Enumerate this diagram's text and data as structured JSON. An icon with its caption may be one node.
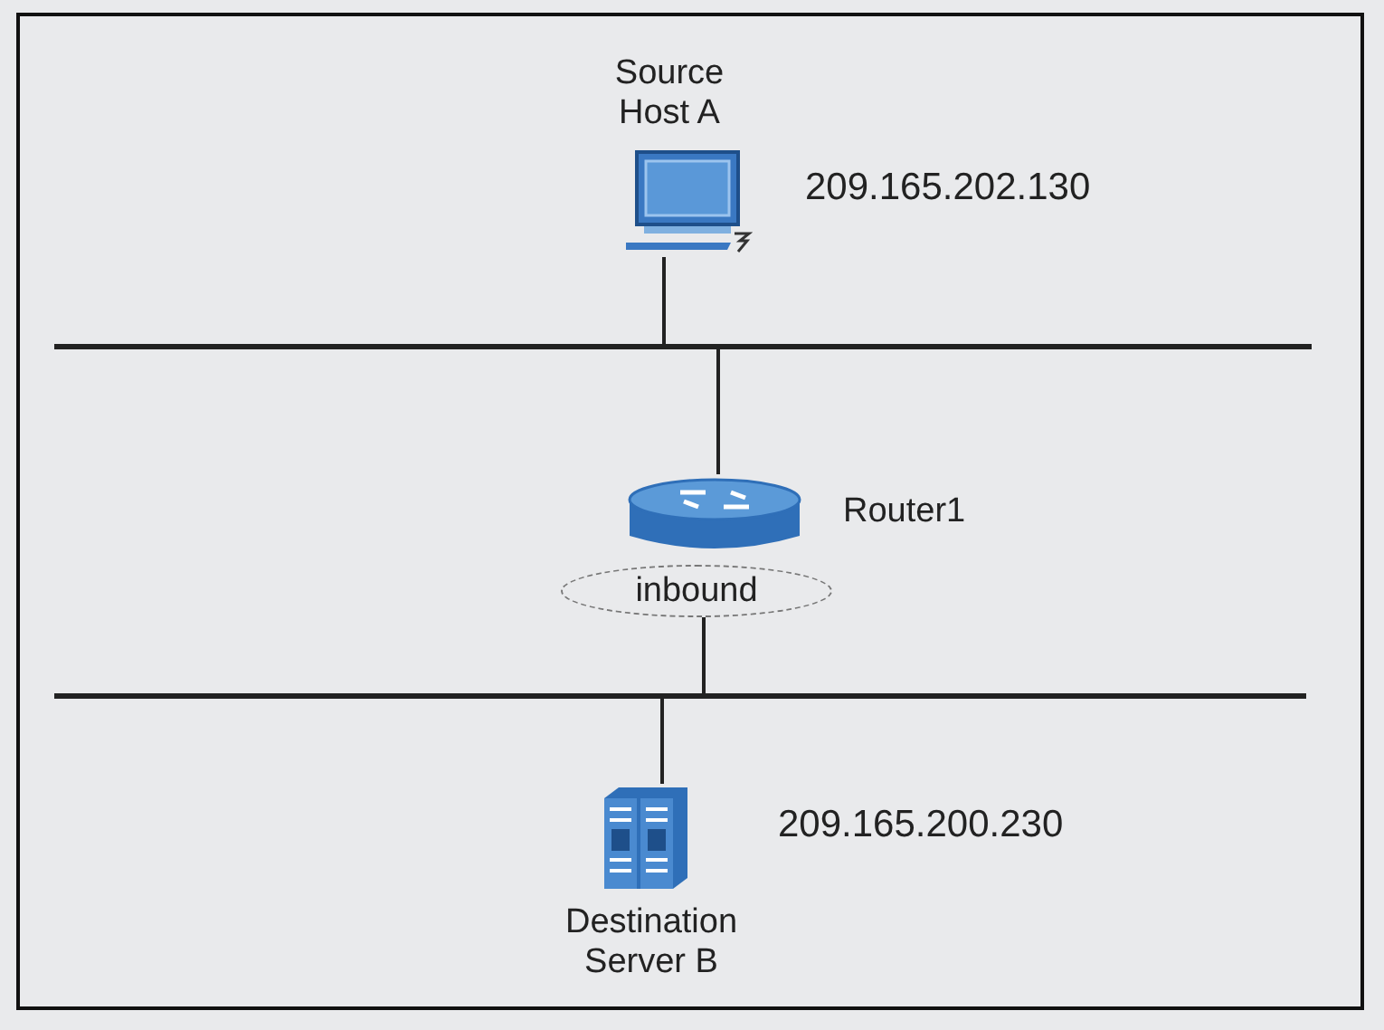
{
  "diagram": {
    "nodes": [
      {
        "text": [
          "Source Host A"
        ],
        "beside": [
          "209.165.202.130"
        ]
      },
      {
        "text": [],
        "shape": "bar"
      },
      {
        "text": [
          "Router1"
        ]
      },
      {
        "text": [
          "inbound"
        ]
      },
      {
        "text": [],
        "shape": "bar"
      },
      {
        "text": [
          "Destination Server B"
        ],
        "beside": [
          "209.165.200.230"
        ]
      }
    ],
    "edges": [
      {
        "from": 0,
        "to": 1,
        "arrow": "none"
      },
      {
        "from": 1,
        "to": 2,
        "arrow": "none"
      },
      {
        "from": 3,
        "to": 4,
        "arrow": "none"
      },
      {
        "from": 4,
        "to": 5,
        "arrow": "none"
      }
    ]
  }
}
